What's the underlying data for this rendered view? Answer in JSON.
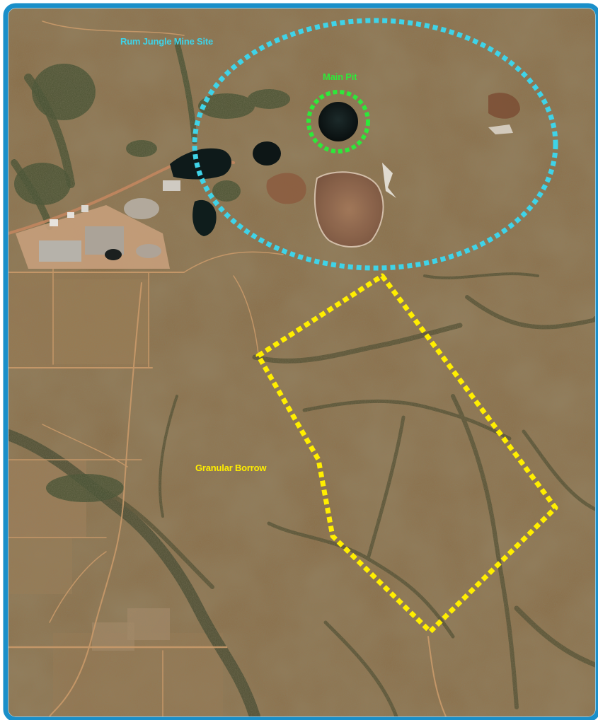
{
  "map": {
    "labels": {
      "mine_site": "Rum Jungle Mine Site",
      "main_pit": "Main Pit",
      "granular_borrow": "Granular Borrow"
    },
    "colors": {
      "frame": "#1a8fc9",
      "mine_site_outline": "#3fd3e8",
      "main_pit_outline": "#2ee83a",
      "granular_borrow_outline": "#ffee00",
      "terrain_base": "#8a6a42",
      "terrain_dark": "#5e5234",
      "water": "#0f1e1e",
      "road": "#c99a6a"
    },
    "features": {
      "mine_site": "cyan-dashed-ellipse",
      "main_pit": "green-dashed-circle",
      "granular_borrow": "yellow-dashed-polygon"
    }
  }
}
